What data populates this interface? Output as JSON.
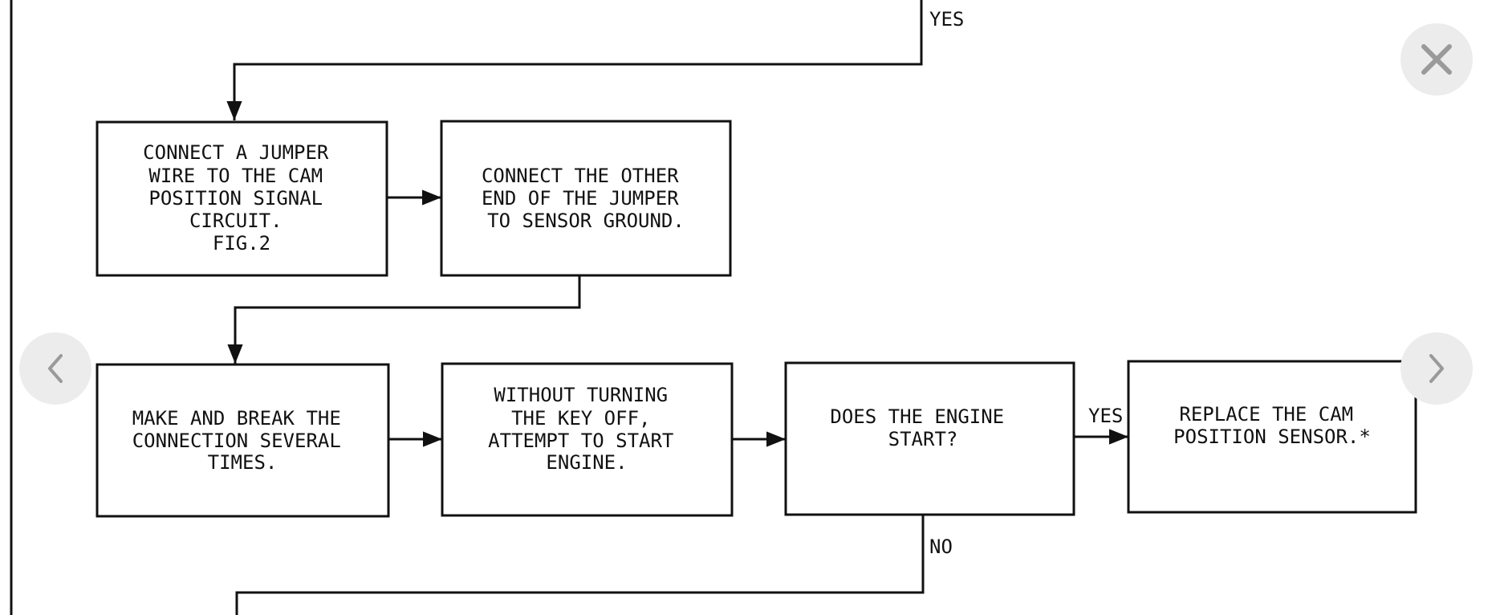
{
  "flowchart": {
    "boxes": {
      "connect_jumper": [
        "CONNECT A JUMPER",
        "WIRE TO THE CAM",
        "POSITION SIGNAL",
        "CIRCUIT.",
        "FIG.2"
      ],
      "connect_other_end": [
        "CONNECT THE OTHER",
        "END OF THE JUMPER",
        "TO SENSOR GROUND."
      ],
      "make_break": [
        "MAKE AND BREAK THE",
        "CONNECTION SEVERAL",
        "TIMES."
      ],
      "attempt_start": [
        "WITHOUT TURNING",
        "THE KEY OFF,",
        "ATTEMPT TO START",
        "ENGINE."
      ],
      "engine_start_question": [
        "DOES THE ENGINE",
        "START?"
      ],
      "replace_sensor": [
        "REPLACE THE CAM",
        "POSITION SENSOR.*"
      ]
    },
    "labels": {
      "top_yes": "YES",
      "mid_yes": "YES",
      "bottom_no": "NO"
    }
  },
  "viewer": {
    "close_icon": "close-icon",
    "prev_icon": "chevron-left-icon",
    "next_icon": "chevron-right-icon",
    "button_color": "#ececec",
    "icon_color": "#9a9a9a"
  }
}
